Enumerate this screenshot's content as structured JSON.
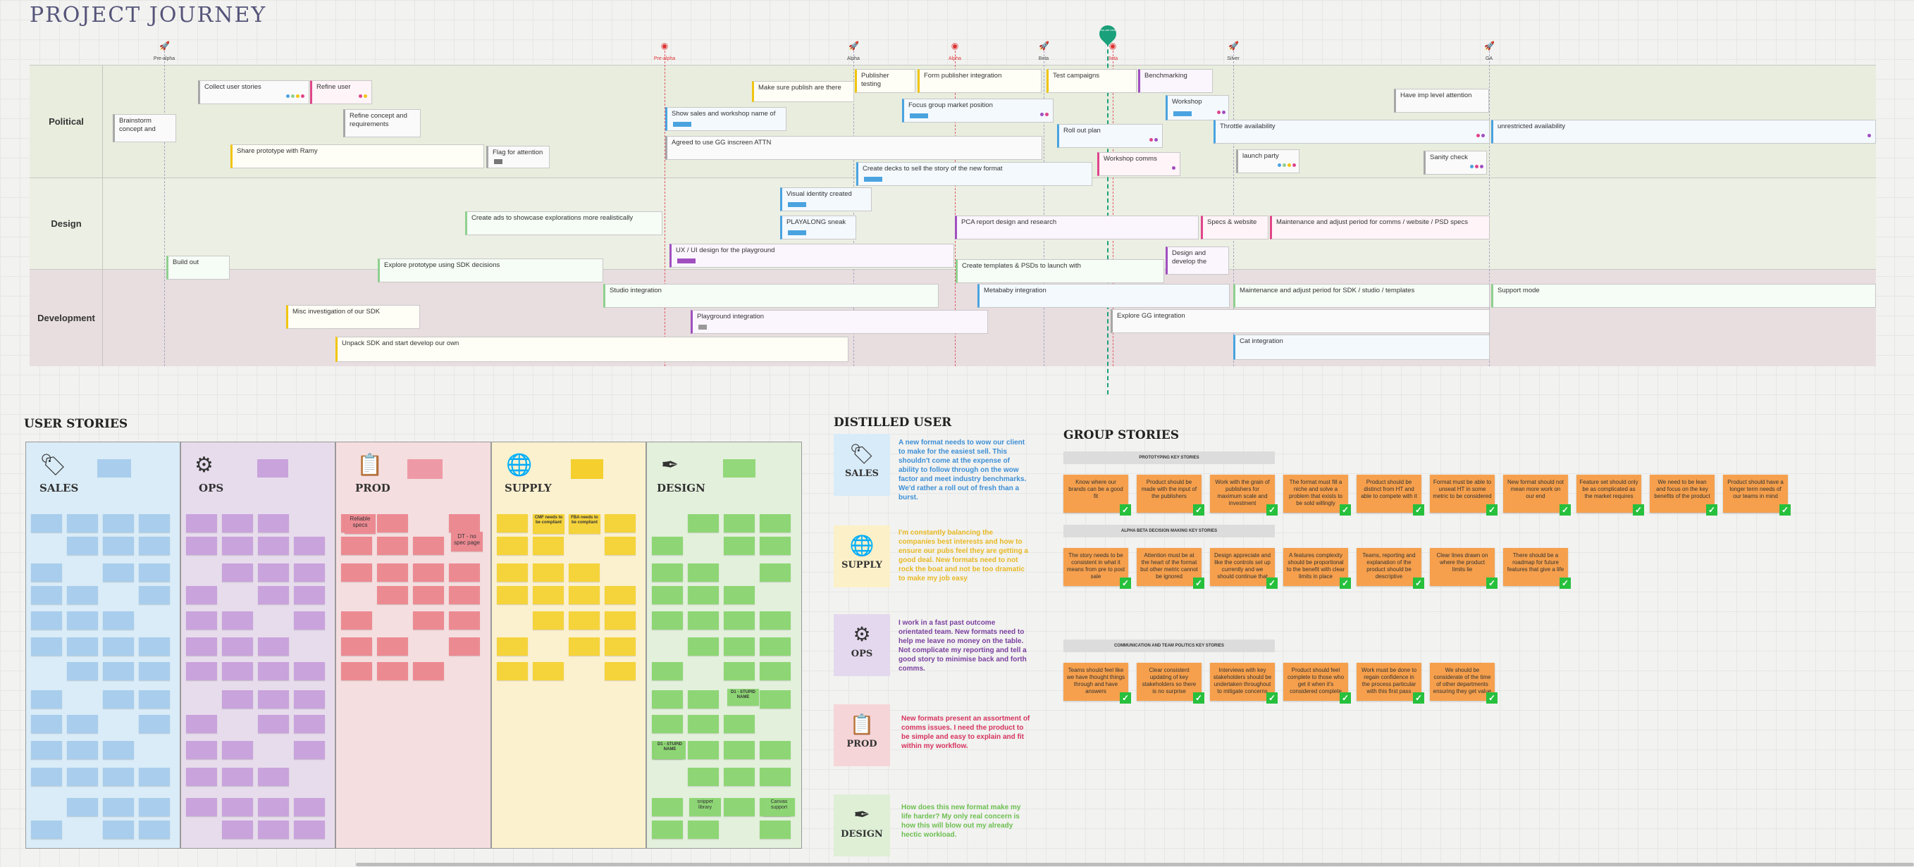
{
  "title": "PROJECT JOURNEY",
  "milestones": [
    "Pre-alpha",
    "Pre-alpha",
    "Alpha",
    "Alpha",
    "Beta",
    "Beta",
    "Silver",
    "GA"
  ],
  "today_label": "You are here",
  "lanes": [
    "Political",
    "Design",
    "Development"
  ],
  "bars": {
    "collect": "Collect user stories",
    "refine_user": "Refine user",
    "brainstorm": "Brainstorm concept and",
    "refine_concept": "Refine concept and requirements",
    "share_proto": "Share prototype with Ramy",
    "flag": "Flag for attention",
    "make_sure": "Make sure publish are there",
    "show_sales": "Show sales and workshop name of",
    "agreed": "Agreed to use GG inscreen ATTN",
    "publisher_testing": "Publisher testing",
    "form_pub": "Form publisher integration",
    "test_campaigns": "Test campaigns",
    "benchmarking": "Benchmarking",
    "focus_group": "Focus group market position",
    "workshop": "Workshop",
    "roll_out": "Roll out plan",
    "throttle": "Throttle availability",
    "have_imp": "Have imp level attention",
    "unrestricted": "unrestricted availability",
    "create_decks": "Create decks to sell the story of the new format",
    "workshop_comms": "Workshop comms",
    "launch_party": "launch party",
    "sanity": "Sanity check",
    "visual_identity": "Visual identity created",
    "create_ads": "Create ads to showcase explorations more realistically",
    "playalong": "PLAYALONG sneak",
    "pca": "PCA report design and research",
    "specs_web": "Specs & website",
    "maintain_comms": "Maintenance and adjust period for comms / website / PSD specs",
    "build_out": "Build out",
    "explore_proto": "Explore prototype using SDK decisions",
    "ux_ui": "UX / UI design for the playground",
    "create_templates": "Create templates & PSDs to launch with",
    "design_dev": "Design and develop the",
    "studio": "Studio integration",
    "metababy": "Metababy integration",
    "maintain_sdk": "Maintenance and adjust period for SDK / studio / templates",
    "support": "Support mode",
    "misc": "Misc investigation of our SDK",
    "playground": "Playground integration",
    "explore_gg": "Explore GG integration",
    "unpack": "Unpack SDK and start develop our own",
    "cat": "Cat integration"
  },
  "user_stories": {
    "heading": "USER STORIES",
    "columns": [
      "SALES",
      "OPS",
      "PROD",
      "SUPPLY",
      "DESIGN"
    ],
    "prod_notes": [
      "Reliable specs",
      "DT - no spec page"
    ],
    "supply_notes": [
      "CMF needs to be compliant",
      "FBA needs to be compliant"
    ],
    "design_notes": [
      "D1 - STUPID NAME",
      "D1 - STUPID NAME",
      "Canvas support",
      "snippet library"
    ]
  },
  "distilled": {
    "heading": "DISTILLED USER",
    "items": [
      {
        "label": "SALES",
        "text": "A new format needs to wow our client to make for the easiest sell. This shouldn't come at the expense of ability to follow through on the wow factor and meet industry benchmarks. We'd rather a roll out of fresh than a burst.",
        "color": "#3d8fd6",
        "bg": "#d8ebf8"
      },
      {
        "label": "SUPPLY",
        "text": "I'm constantly balancing the companies best interests and how to ensure our pubs feel they are getting a good deal. New formats need to not rock the boat and not be too dramatic to make my job easy",
        "color": "#e8b923",
        "bg": "#fbf0c8"
      },
      {
        "label": "OPS",
        "text": "I work in a fast past outcome orientated team. New formats need to help me leave no money on the table. Not complicate my reporting and tell a good story to minimise back and forth comms.",
        "color": "#7b3fa0",
        "bg": "#e4d8ee"
      },
      {
        "label": "PROD",
        "text": "New formats present an assortment of comms issues. I need the product to be simple and easy to explain and fit within my workflow.",
        "color": "#d6335e",
        "bg": "#f6d5d8"
      },
      {
        "label": "DESIGN",
        "text": "How does this new format make my life harder? My only real concern is how this will blow out my already hectic workload.",
        "color": "#6cbf50",
        "bg": "#deefd6"
      }
    ]
  },
  "group_stories": {
    "heading": "GROUP STORIES",
    "sections": [
      "PROTOTYPING KEY STORIES",
      "ALPHA BETA DECISION MAKING KEY STORIES",
      "COMMUNICATION AND TEAM POLITICS KEY STORIES"
    ],
    "row1": [
      "Know where our brands can be a good fit",
      "Product should be made with the input of the publishers",
      "Work with the grain of publishers for maximum scale and investment",
      "The format must fill a niche and solve a problem that exists to be sold willingly",
      "Product should be distinct from HT and able to compete with it",
      "Format must be able to unseat HT in some metric to be considered",
      "New format should not mean more work on our end",
      "Feature set should only be as complicated as the market requires",
      "We need to be lean and focus on the key benefits of the product",
      "Product should have a longer term needs of our teams in mind"
    ],
    "row2": [
      "The story needs to be consistent in what it means from pre to post sale",
      "Attention must be at the heart of the format but other metric cannot be ignored",
      "Design appreciate and like the controls set up currently and we should continue that",
      "A features complexity should be proportional to the benefit with clear limits in place",
      "Teams, reporting and explanation of the product should be descriptive",
      "Clear lines drawn on where the product limits lie",
      "There should be a roadmap for future features that give a life"
    ],
    "row3": [
      "Teams should feel like we have thought things through and have answers",
      "Clear consistent updating of key stakeholders so there is no surprise",
      "Interviews with key stakeholders should be undertaken throughout to mitigate concerns",
      "Product should feel complete to those who get it when it's considered complete",
      "Work must be done to regain confidence in the process particular with this first pass",
      "We should be considerate of the time of other departments ensuring they get value"
    ]
  }
}
